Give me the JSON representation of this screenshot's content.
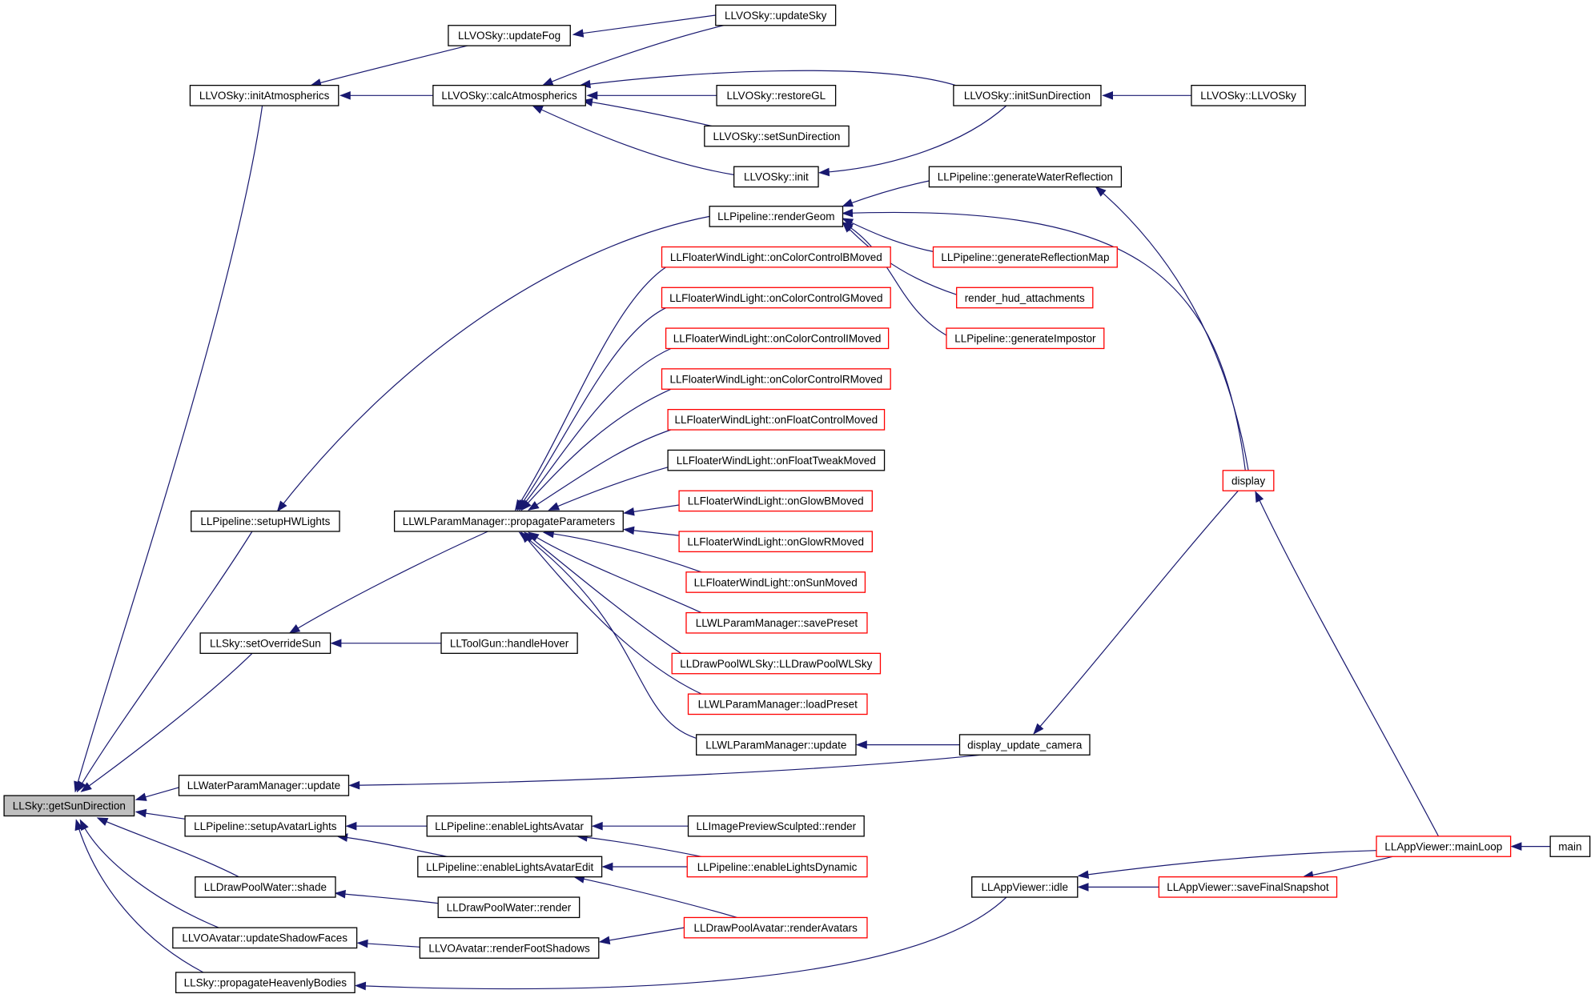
{
  "colors": {
    "edge": "#191970",
    "border_normal": "#000000",
    "border_truncated": "#ff0000",
    "root_fill": "#bfbfbf"
  },
  "nodes": [
    {
      "id": "root",
      "label": "LLSky::getSunDirection",
      "style": "root"
    },
    {
      "id": "initAtmo",
      "label": "LLVOSky::initAtmospherics",
      "style": "normal"
    },
    {
      "id": "updateFog",
      "label": "LLVOSky::updateFog",
      "style": "normal"
    },
    {
      "id": "updateSky",
      "label": "LLVOSky::updateSky",
      "style": "normal"
    },
    {
      "id": "calcAtmo",
      "label": "LLVOSky::calcAtmospherics",
      "style": "normal"
    },
    {
      "id": "restoreGL",
      "label": "LLVOSky::restoreGL",
      "style": "normal"
    },
    {
      "id": "initSunDir",
      "label": "LLVOSky::initSunDirection",
      "style": "normal"
    },
    {
      "id": "llvosky",
      "label": "LLVOSky::LLVOSky",
      "style": "normal"
    },
    {
      "id": "setSunDir",
      "label": "LLVOSky::setSunDirection",
      "style": "normal"
    },
    {
      "id": "vosInit",
      "label": "LLVOSky::init",
      "style": "normal"
    },
    {
      "id": "genWater",
      "label": "LLPipeline::generateWaterReflection",
      "style": "normal"
    },
    {
      "id": "renderGeom",
      "label": "LLPipeline::renderGeom",
      "style": "normal"
    },
    {
      "id": "colB",
      "label": "LLFloaterWindLight::onColorControlBMoved",
      "style": "truncated"
    },
    {
      "id": "genRefl",
      "label": "LLPipeline::generateReflectionMap",
      "style": "truncated"
    },
    {
      "id": "colG",
      "label": "LLFloaterWindLight::onColorControlGMoved",
      "style": "truncated"
    },
    {
      "id": "hud",
      "label": "render_hud_attachments",
      "style": "truncated"
    },
    {
      "id": "colI",
      "label": "LLFloaterWindLight::onColorControlIMoved",
      "style": "truncated"
    },
    {
      "id": "genImp",
      "label": "LLPipeline::generateImpostor",
      "style": "truncated"
    },
    {
      "id": "colR",
      "label": "LLFloaterWindLight::onColorControlRMoved",
      "style": "truncated"
    },
    {
      "id": "floatCtrl",
      "label": "LLFloaterWindLight::onFloatControlMoved",
      "style": "truncated"
    },
    {
      "id": "floatTweak",
      "label": "LLFloaterWindLight::onFloatTweakMoved",
      "style": "normal"
    },
    {
      "id": "display",
      "label": "display",
      "style": "truncated"
    },
    {
      "id": "setupHW",
      "label": "LLPipeline::setupHWLights",
      "style": "normal"
    },
    {
      "id": "propParams",
      "label": "LLWLParamManager::propagateParameters",
      "style": "normal"
    },
    {
      "id": "glowB",
      "label": "LLFloaterWindLight::onGlowBMoved",
      "style": "truncated"
    },
    {
      "id": "glowR",
      "label": "LLFloaterWindLight::onGlowRMoved",
      "style": "truncated"
    },
    {
      "id": "sunMoved",
      "label": "LLFloaterWindLight::onSunMoved",
      "style": "truncated"
    },
    {
      "id": "savePreset",
      "label": "LLWLParamManager::savePreset",
      "style": "truncated"
    },
    {
      "id": "setOverride",
      "label": "LLSky::setOverrideSun",
      "style": "normal"
    },
    {
      "id": "toolGun",
      "label": "LLToolGun::handleHover",
      "style": "normal"
    },
    {
      "id": "drawPoolWL",
      "label": "LLDrawPoolWLSky::LLDrawPoolWLSky",
      "style": "truncated"
    },
    {
      "id": "loadPreset",
      "label": "LLWLParamManager::loadPreset",
      "style": "truncated"
    },
    {
      "id": "wlUpdate",
      "label": "LLWLParamManager::update",
      "style": "normal"
    },
    {
      "id": "dispCam",
      "label": "display_update_camera",
      "style": "normal"
    },
    {
      "id": "waterUpd",
      "label": "LLWaterParamManager::update",
      "style": "normal"
    },
    {
      "id": "setupAv",
      "label": "LLPipeline::setupAvatarLights",
      "style": "normal"
    },
    {
      "id": "enLightsAv",
      "label": "LLPipeline::enableLightsAvatar",
      "style": "normal"
    },
    {
      "id": "imgPrev",
      "label": "LLImagePreviewSculpted::render",
      "style": "normal"
    },
    {
      "id": "mainLoop",
      "label": "LLAppViewer::mainLoop",
      "style": "truncated"
    },
    {
      "id": "main",
      "label": "main",
      "style": "normal"
    },
    {
      "id": "enLightsAvEd",
      "label": "LLPipeline::enableLightsAvatarEdit",
      "style": "normal"
    },
    {
      "id": "enLightsDyn",
      "label": "LLPipeline::enableLightsDynamic",
      "style": "truncated"
    },
    {
      "id": "shade",
      "label": "LLDrawPoolWater::shade",
      "style": "normal"
    },
    {
      "id": "waterRender",
      "label": "LLDrawPoolWater::render",
      "style": "normal"
    },
    {
      "id": "idle",
      "label": "LLAppViewer::idle",
      "style": "normal"
    },
    {
      "id": "saveSnap",
      "label": "LLAppViewer::saveFinalSnapshot",
      "style": "truncated"
    },
    {
      "id": "shadowFaces",
      "label": "LLVOAvatar::updateShadowFaces",
      "style": "normal"
    },
    {
      "id": "footShadows",
      "label": "LLVOAvatar::renderFootShadows",
      "style": "normal"
    },
    {
      "id": "renderAv",
      "label": "LLDrawPoolAvatar::renderAvatars",
      "style": "truncated"
    },
    {
      "id": "heavenly",
      "label": "LLSky::propagateHeavenlyBodies",
      "style": "normal"
    }
  ],
  "edges": [
    {
      "from": "initAtmo",
      "to": "root"
    },
    {
      "from": "setupHW",
      "to": "root"
    },
    {
      "from": "setOverride",
      "to": "root"
    },
    {
      "from": "waterUpd",
      "to": "root"
    },
    {
      "from": "setupAv",
      "to": "root"
    },
    {
      "from": "shade",
      "to": "root"
    },
    {
      "from": "shadowFaces",
      "to": "root"
    },
    {
      "from": "heavenly",
      "to": "root"
    },
    {
      "from": "updateFog",
      "to": "initAtmo"
    },
    {
      "from": "calcAtmo",
      "to": "initAtmo"
    },
    {
      "from": "updateSky",
      "to": "updateFog"
    },
    {
      "from": "updateSky",
      "to": "calcAtmo"
    },
    {
      "from": "initSunDir",
      "to": "calcAtmo"
    },
    {
      "from": "restoreGL",
      "to": "calcAtmo"
    },
    {
      "from": "setSunDir",
      "to": "calcAtmo"
    },
    {
      "from": "vosInit",
      "to": "calcAtmo"
    },
    {
      "from": "llvosky",
      "to": "initSunDir"
    },
    {
      "from": "initSunDir",
      "to": "vosInit"
    },
    {
      "from": "renderGeom",
      "to": "setupHW"
    },
    {
      "from": "genWater",
      "to": "renderGeom"
    },
    {
      "from": "genRefl",
      "to": "renderGeom"
    },
    {
      "from": "hud",
      "to": "renderGeom"
    },
    {
      "from": "genImp",
      "to": "renderGeom"
    },
    {
      "from": "display",
      "to": "renderGeom"
    },
    {
      "from": "display",
      "to": "genWater"
    },
    {
      "from": "propParams",
      "to": "setOverride"
    },
    {
      "from": "colB",
      "to": "propParams"
    },
    {
      "from": "colG",
      "to": "propParams"
    },
    {
      "from": "colI",
      "to": "propParams"
    },
    {
      "from": "colR",
      "to": "propParams"
    },
    {
      "from": "floatCtrl",
      "to": "propParams"
    },
    {
      "from": "floatTweak",
      "to": "propParams"
    },
    {
      "from": "glowB",
      "to": "propParams"
    },
    {
      "from": "glowR",
      "to": "propParams"
    },
    {
      "from": "sunMoved",
      "to": "propParams"
    },
    {
      "from": "savePreset",
      "to": "propParams"
    },
    {
      "from": "drawPoolWL",
      "to": "propParams"
    },
    {
      "from": "loadPreset",
      "to": "propParams"
    },
    {
      "from": "wlUpdate",
      "to": "propParams"
    },
    {
      "from": "toolGun",
      "to": "setOverride"
    },
    {
      "from": "dispCam",
      "to": "wlUpdate"
    },
    {
      "from": "dispCam",
      "to": "waterUpd"
    },
    {
      "from": "display",
      "to": "dispCam"
    },
    {
      "from": "mainLoop",
      "to": "display"
    },
    {
      "from": "main",
      "to": "mainLoop"
    },
    {
      "from": "enLightsAv",
      "to": "setupAv"
    },
    {
      "from": "enLightsAvEd",
      "to": "setupAv"
    },
    {
      "from": "imgPrev",
      "to": "enLightsAv"
    },
    {
      "from": "enLightsDyn",
      "to": "enLightsAv"
    },
    {
      "from": "enLightsDyn",
      "to": "enLightsAvEd"
    },
    {
      "from": "renderAv",
      "to": "enLightsAvEd"
    },
    {
      "from": "waterRender",
      "to": "shade"
    },
    {
      "from": "footShadows",
      "to": "shadowFaces"
    },
    {
      "from": "renderAv",
      "to": "footShadows"
    },
    {
      "from": "idle",
      "to": "heavenly"
    },
    {
      "from": "mainLoop",
      "to": "idle"
    },
    {
      "from": "saveSnap",
      "to": "idle"
    },
    {
      "from": "mainLoop",
      "to": "saveSnap"
    }
  ]
}
